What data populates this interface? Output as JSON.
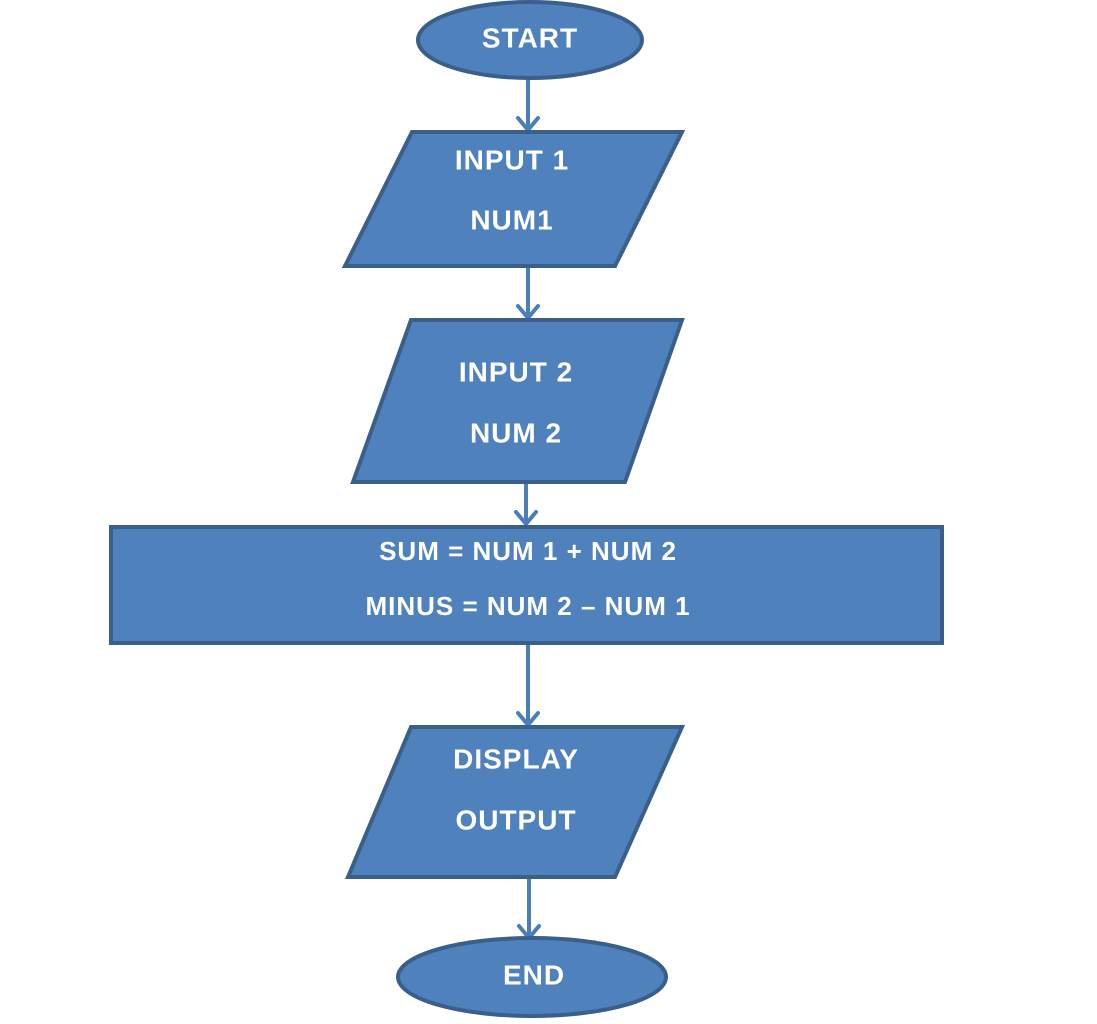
{
  "diagram": {
    "type": "flowchart",
    "colors": {
      "shape_fill": "#4f81bd",
      "shape_stroke": "#3a5f8a",
      "connector": "#4a7ebb",
      "text": "#ffffff",
      "background": "#ffffff"
    },
    "nodes": {
      "start": {
        "shape": "terminator",
        "label": "START"
      },
      "input1": {
        "shape": "data",
        "line1": "INPUT 1",
        "line2": "NUM1"
      },
      "input2": {
        "shape": "data",
        "line1": "INPUT 2",
        "line2": "NUM 2"
      },
      "process": {
        "shape": "process",
        "line1": "SUM = NUM 1 + NUM 2",
        "line2": "MINUS = NUM 2 – NUM 1"
      },
      "display": {
        "shape": "data",
        "line1": "DISPLAY",
        "line2": "OUTPUT"
      },
      "end": {
        "shape": "terminator",
        "label": "END"
      }
    },
    "edges": [
      {
        "from": "start",
        "to": "input1"
      },
      {
        "from": "input1",
        "to": "input2"
      },
      {
        "from": "input2",
        "to": "process"
      },
      {
        "from": "process",
        "to": "display"
      },
      {
        "from": "display",
        "to": "end"
      }
    ]
  }
}
